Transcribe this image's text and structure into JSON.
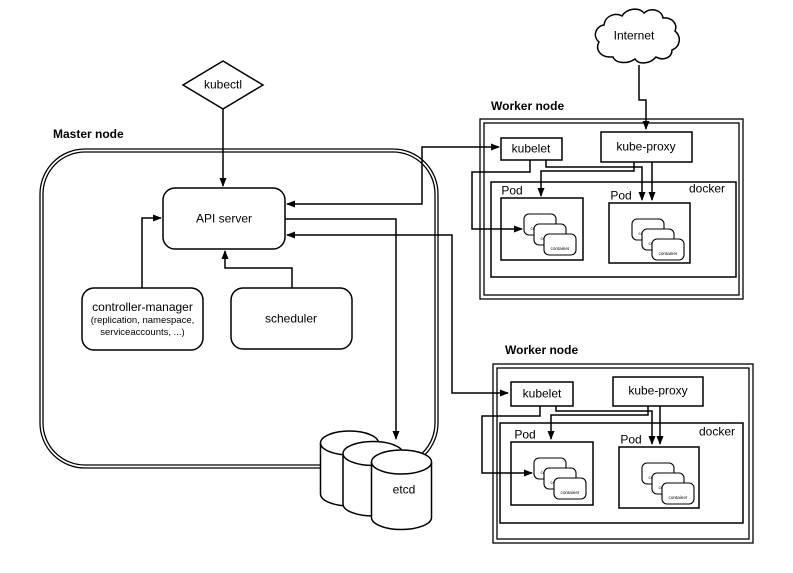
{
  "canvas": {
    "background": "#ffffff",
    "line_color": "#000000"
  },
  "internet": {
    "label": "Internet"
  },
  "kubectl": {
    "label": "kubectl"
  },
  "master": {
    "title": "Master node",
    "api_server": {
      "label": "API server"
    },
    "controller_manager": {
      "line1": "controller-manager",
      "line2": "(replication, namespace,",
      "line3": "serviceaccounts, ...)"
    },
    "scheduler": {
      "label": "scheduler"
    },
    "etcd": {
      "label": "etcd"
    }
  },
  "workers": [
    {
      "title": "Worker node",
      "kubelet": "kubelet",
      "kube_proxy": "kube-proxy",
      "docker_label": "docker",
      "pods": [
        {
          "label": "Pod",
          "containers": [
            "container",
            "container",
            "container"
          ]
        },
        {
          "label": "Pod",
          "containers": [
            "container",
            "container",
            "container"
          ]
        }
      ]
    },
    {
      "title": "Worker node",
      "kubelet": "kubelet",
      "kube_proxy": "kube-proxy",
      "docker_label": "docker",
      "pods": [
        {
          "label": "Pod",
          "containers": [
            "container",
            "container",
            "container"
          ]
        },
        {
          "label": "Pod",
          "containers": [
            "container",
            "container",
            "container"
          ]
        }
      ]
    }
  ]
}
